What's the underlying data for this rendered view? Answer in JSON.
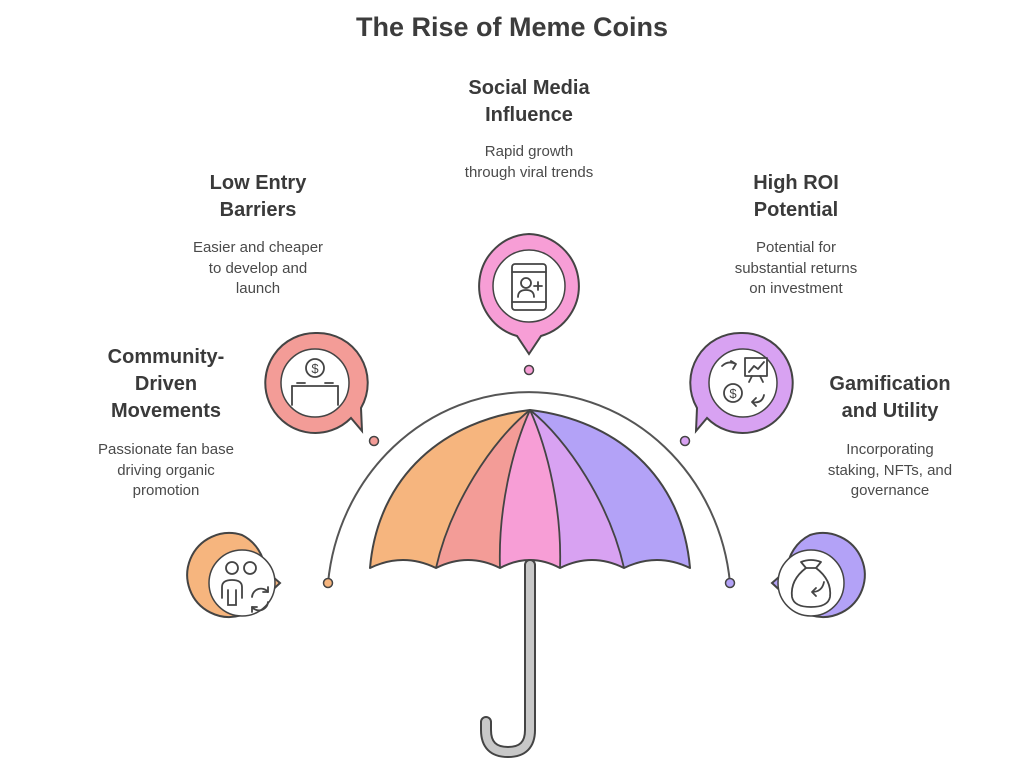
{
  "title": "The Rise of Meme Coins",
  "items": [
    {
      "key": "community",
      "heading": [
        "Community-",
        "Driven",
        "Movements"
      ],
      "description": [
        "Passionate fan base",
        "driving organic",
        "promotion"
      ],
      "color": "#F6B57E",
      "icon": "community-icon"
    },
    {
      "key": "low-entry",
      "heading": [
        "Low Entry",
        "Barriers"
      ],
      "description": [
        "Easier and cheaper",
        "to develop and",
        "launch"
      ],
      "color": "#F39C97",
      "icon": "donation-box-icon"
    },
    {
      "key": "social-media",
      "heading": [
        "Social Media",
        "Influence"
      ],
      "description": [
        "Rapid growth",
        "through viral trends"
      ],
      "color": "#F79ED6",
      "icon": "mobile-add-user-icon"
    },
    {
      "key": "high-roi",
      "heading": [
        "High ROI",
        "Potential"
      ],
      "description": [
        "Potential for",
        "substantial returns",
        "on investment"
      ],
      "color": "#D8A2F2",
      "icon": "investment-growth-icon"
    },
    {
      "key": "gamification",
      "heading": [
        "Gamification",
        "and Utility"
      ],
      "description": [
        "Incorporating",
        "staking, NFTs, and",
        "governance"
      ],
      "color": "#B3A2F7",
      "icon": "money-bag-icon"
    }
  ]
}
